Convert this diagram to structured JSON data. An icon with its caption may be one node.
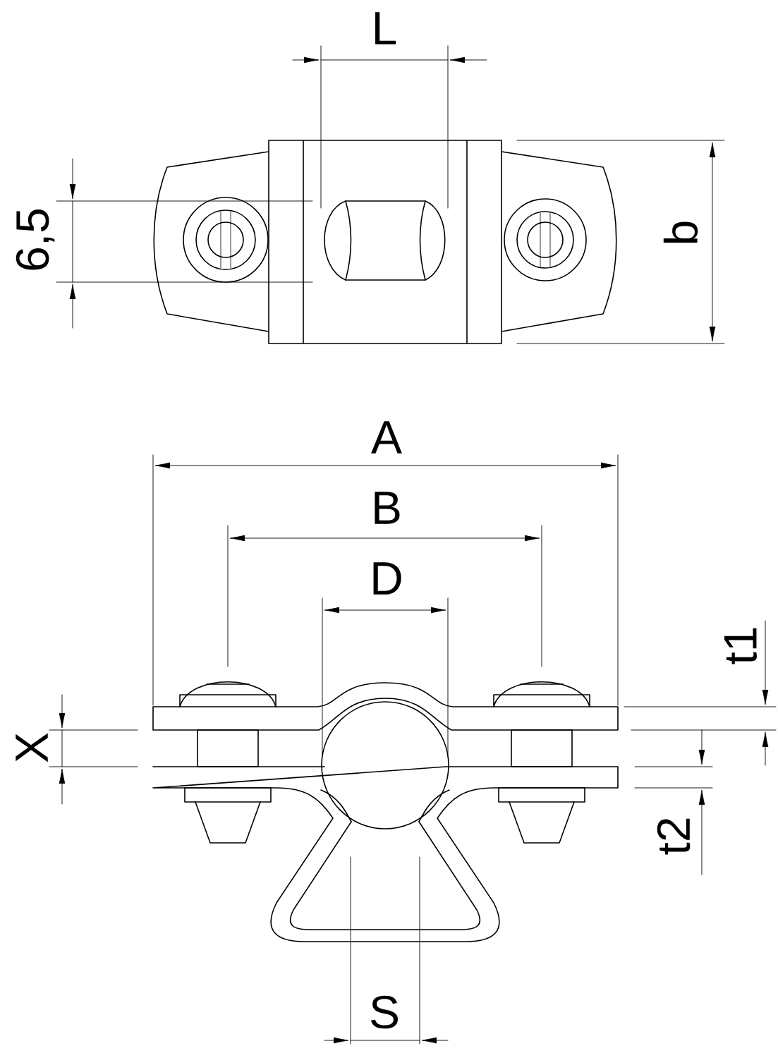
{
  "diagram": {
    "labels": [
      "L",
      "6,5",
      "b",
      "A",
      "B",
      "D",
      "t1",
      "X",
      "t2",
      "S"
    ]
  }
}
